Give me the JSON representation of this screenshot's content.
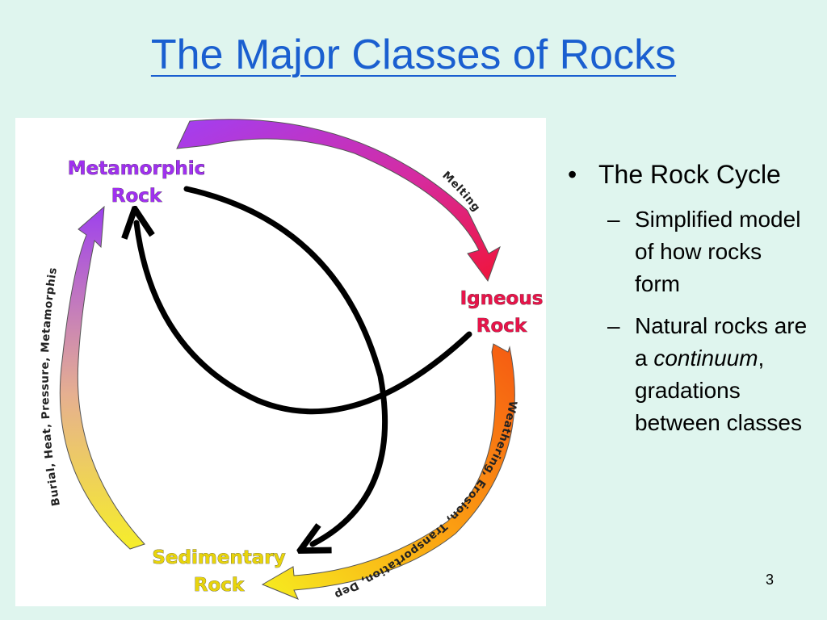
{
  "slide": {
    "title": "The Major Classes of Rocks",
    "page_number": "3"
  },
  "diagram": {
    "nodes": {
      "metamorphic": {
        "line1": "Metamorphic",
        "line2": "Rock",
        "color": "#a030f0"
      },
      "igneous": {
        "line1": "Igneous",
        "line2": "Rock",
        "color": "#e8144a"
      },
      "sedimentary": {
        "line1": "Sedimentary",
        "line2": "Rock",
        "color": "#e8d40c"
      }
    },
    "arcs": {
      "melting": "Melting",
      "weathering": "Weathering, Erosion, Transportation, Deposition",
      "burial": "Burial, Heat, Pressure, Metamorphism"
    }
  },
  "bullets": {
    "main": "The Rock Cycle",
    "sub1": "Simplified model of how rocks form",
    "sub2_part1": "Natural rocks are a ",
    "sub2_italic": "continuum",
    "sub2_part2": ", gradations between classes"
  }
}
